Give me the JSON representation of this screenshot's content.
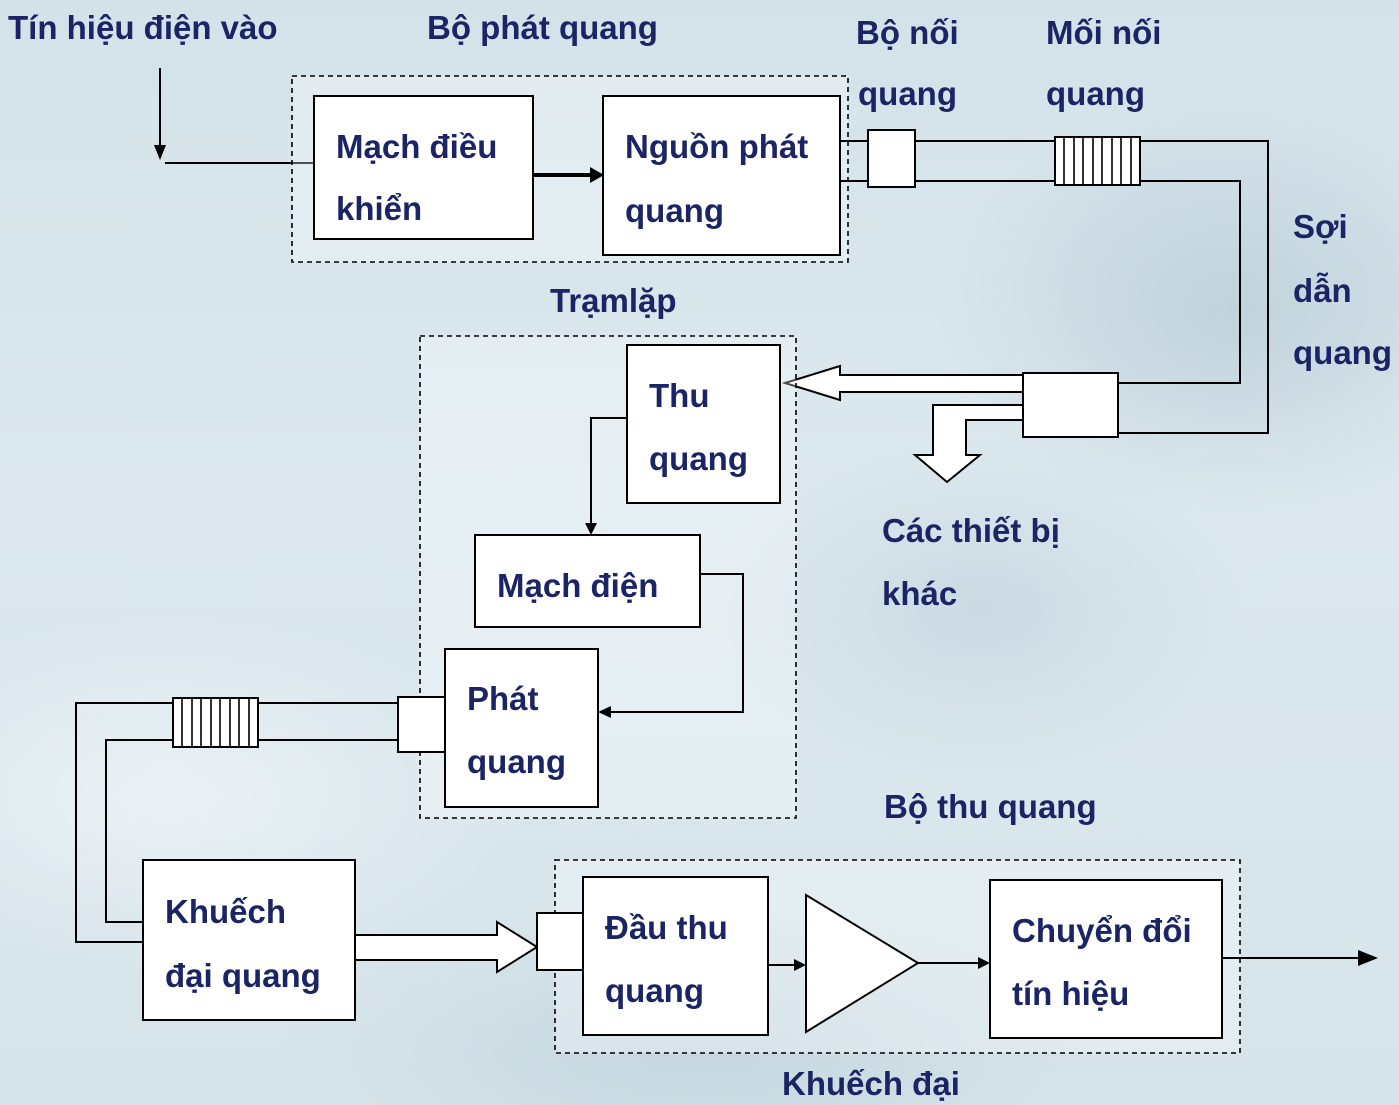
{
  "labels": {
    "input_signal": "Tín hiệu điện vào",
    "transmitter": "Bộ phát quang",
    "connector": [
      "Bộ nối",
      "quang"
    ],
    "splice": [
      "Mối nối",
      "quang"
    ],
    "fiber": [
      "Sợi",
      "dẫn",
      "quang"
    ],
    "repeater": "Trạmlặp",
    "other_devices": [
      "Các thiết bị",
      "khác"
    ],
    "receiver": "Bộ thu quang",
    "amplifier": "Khuếch đại"
  },
  "blocks": {
    "control_circuit": [
      "Mạch điều",
      "khiển"
    ],
    "light_source": [
      "Nguồn phát",
      "quang"
    ],
    "photo_receiver": [
      "Thu",
      "quang"
    ],
    "electric_circuit": "Mạch điện",
    "light_emitter": [
      "Phát",
      "quang"
    ],
    "optical_amplifier": [
      "Khuếch",
      "đại quang"
    ],
    "photodetector": [
      "Đầu thu",
      "quang"
    ],
    "signal_converter": [
      "Chuyển đổi",
      "tín hiệu"
    ]
  },
  "colors": {
    "text": "#1b2464",
    "lines": "#000000",
    "box_fill": "#ffffff",
    "background": "#d9e7ed"
  }
}
